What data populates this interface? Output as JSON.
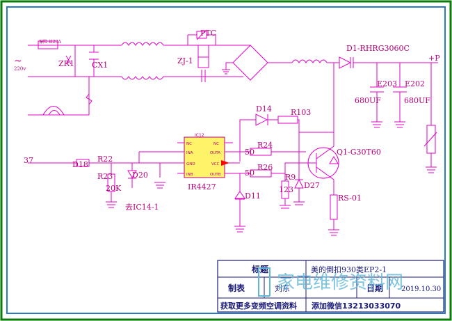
{
  "colors": {
    "border_outer": "#0a7a0a",
    "border_inner": "#2a7abf",
    "wire": "#e000c8",
    "label": "#b8007a",
    "ic_fill": "#fff36a",
    "title_text": "#1a1a7a",
    "watermark": "#5fb6d6"
  },
  "labels": {
    "fuse": "保险 丝20A",
    "ac_symbol": "~",
    "ac_voltage": "220v",
    "zr1": "ZR1",
    "cx1": "CX1",
    "ptc": "PTC",
    "zj1": "ZJ-1",
    "d1": "D1-RHRG3060C",
    "plus_p": "+P",
    "e203": "E203",
    "e202": "E202",
    "cap_left": "680UF",
    "cap_right": "680UF",
    "d14": "D14",
    "r103": "R103",
    "ic12": "IC12",
    "ic_name": "IR4427",
    "pin_nc_l": "NC",
    "pin_ina": "INA",
    "pin_gnd": "GND",
    "pin_inb": "INB",
    "pin_nc_r": "NC",
    "pin_outa": "OUTA",
    "pin_vcc": "VCC",
    "pin_outb": "OUTB",
    "r24_val": "50",
    "r24": "R24",
    "r26_val": "50",
    "r26": "R26",
    "q1": "Q1-G30T60",
    "net37": "37",
    "d18": "D18",
    "r22": "R22",
    "r23": "R23",
    "r23_val": "20K",
    "d20": "D20",
    "to_ic14": "去IC14-1",
    "d11": "D11",
    "r9": "R9",
    "r9_val": "123",
    "d27": "D27",
    "rs01": "RS-01"
  },
  "title_block": {
    "title_label": "标题",
    "title_value": "美的倒扣930类EP2-1",
    "drawn_label": "制表",
    "drawn_value": "刘东",
    "date_label": "日期",
    "date_value": "2019.10.30",
    "footer_left": "获取更多变频空调资料",
    "footer_right": "添加微信13213033070"
  },
  "watermark": {
    "text": "家电维修资料网"
  }
}
